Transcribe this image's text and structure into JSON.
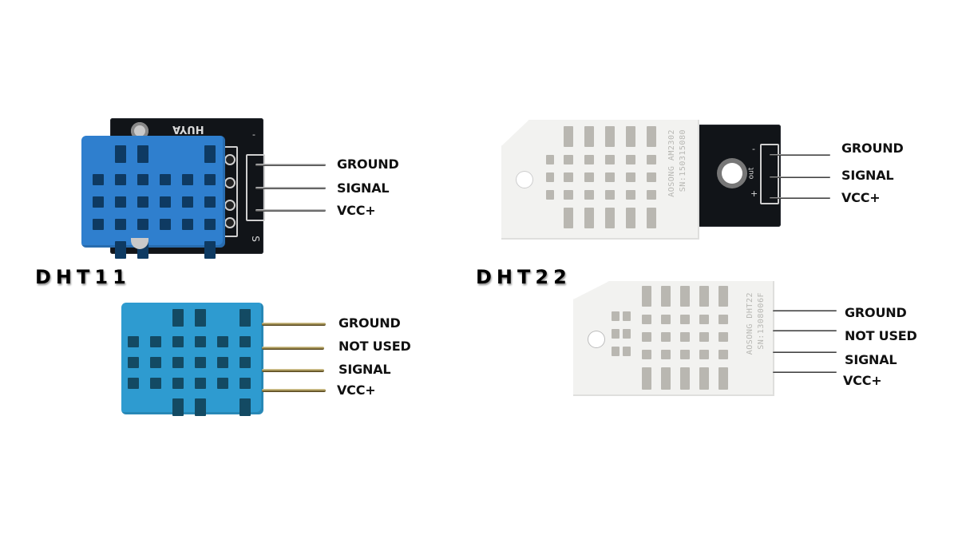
{
  "sensors": [
    {
      "name": "DHT11",
      "module": {
        "type": "3-pin breakout module",
        "body_color": "#2f7fce",
        "pcb_color": "#111418",
        "pcb_silkscreen": "HUYA",
        "pin_marks": {
          "top": "-",
          "bottom": "S"
        },
        "pins": [
          "GROUND",
          "SIGNAL",
          "VCC+"
        ]
      },
      "bare": {
        "type": "4-pin bare sensor",
        "body_color": "#2e9bd0",
        "pins": [
          "GROUND",
          "NOT USED",
          "SIGNAL",
          "VCC+"
        ]
      }
    },
    {
      "name": "DHT22",
      "module": {
        "type": "3-pin breakout module",
        "body_color": "#f2f2f0",
        "pcb_color": "#111418",
        "body_print": [
          "AOSONG AM2302",
          "SN:150315080"
        ],
        "pin_marks": {
          "top": "-",
          "middle": "out",
          "bottom": "+"
        },
        "pins": [
          "GROUND",
          "SIGNAL",
          "VCC+"
        ]
      },
      "bare": {
        "type": "4-pin bare sensor",
        "body_color": "#f2f2f0",
        "body_print": [
          "AOSONG DHT22",
          "SN:1308006F"
        ],
        "pins": [
          "GROUND",
          "NOT USED",
          "SIGNAL",
          "VCC+"
        ]
      }
    }
  ]
}
